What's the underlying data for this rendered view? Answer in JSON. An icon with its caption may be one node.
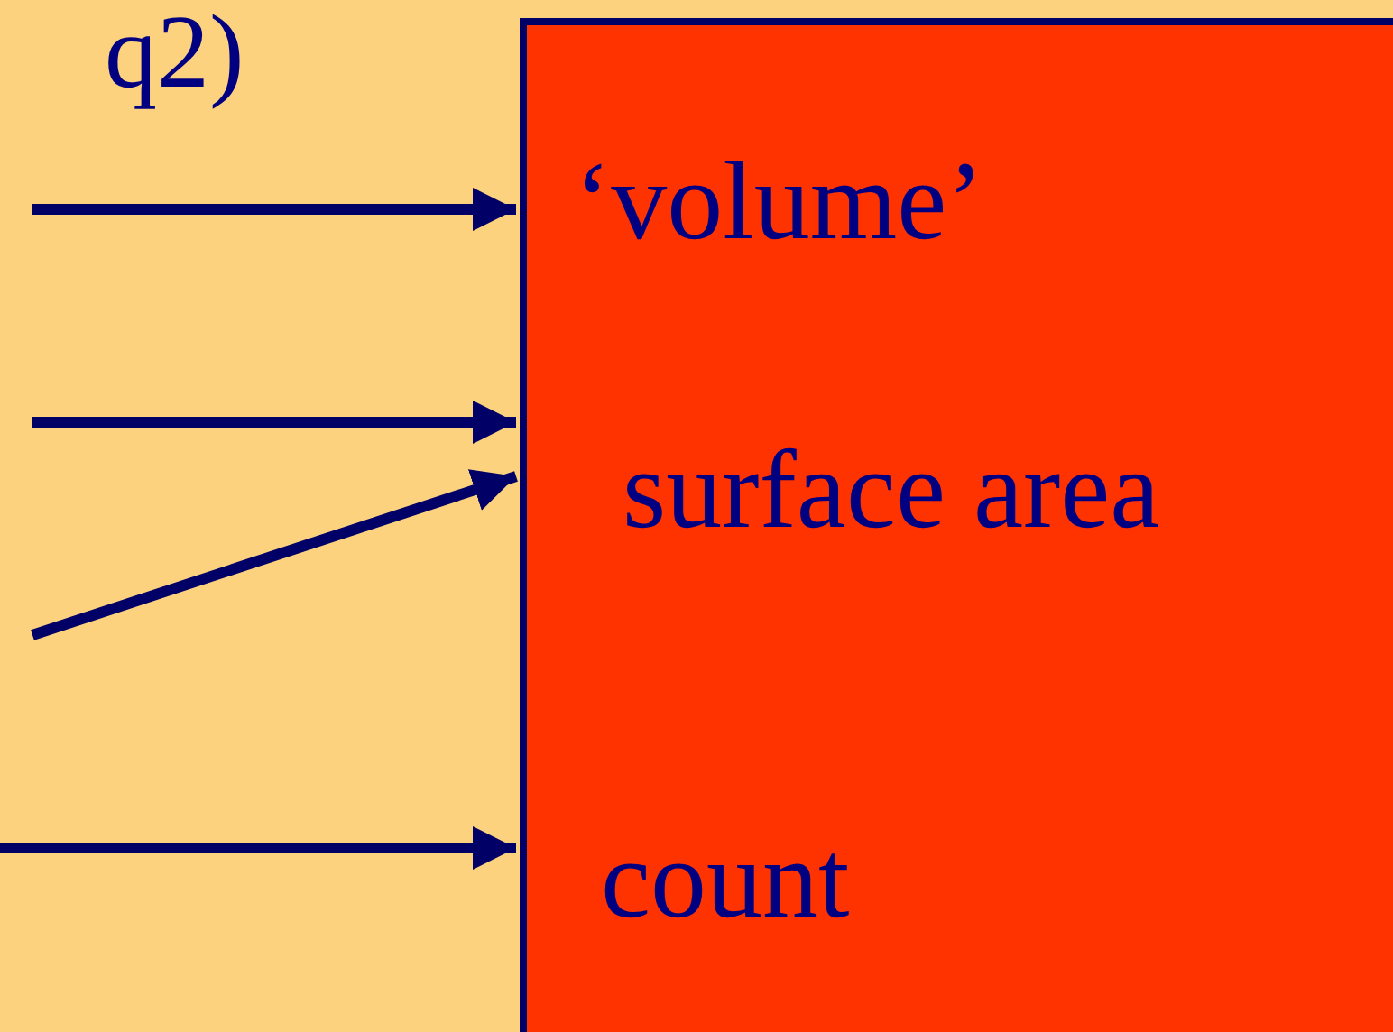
{
  "diagram": {
    "nodes": [
      {
        "text": [],
        "shape": "box"
      },
      {
        "text": [
          "‘volume’"
        ],
        "in": 0
      },
      {
        "text": [
          "surface area"
        ],
        "in": 0
      },
      {
        "text": [
          "count"
        ],
        "in": 0
      }
    ],
    "edges": [
      {
        "from": null,
        "to": 1,
        "arrow": "to"
      },
      {
        "from": null,
        "to": 2,
        "arrow": "to"
      },
      {
        "from": null,
        "to": 2,
        "arrow": "to"
      },
      {
        "from": null,
        "to": 3,
        "arrow": "to"
      }
    ],
    "labels": [
      "q2)"
    ]
  }
}
